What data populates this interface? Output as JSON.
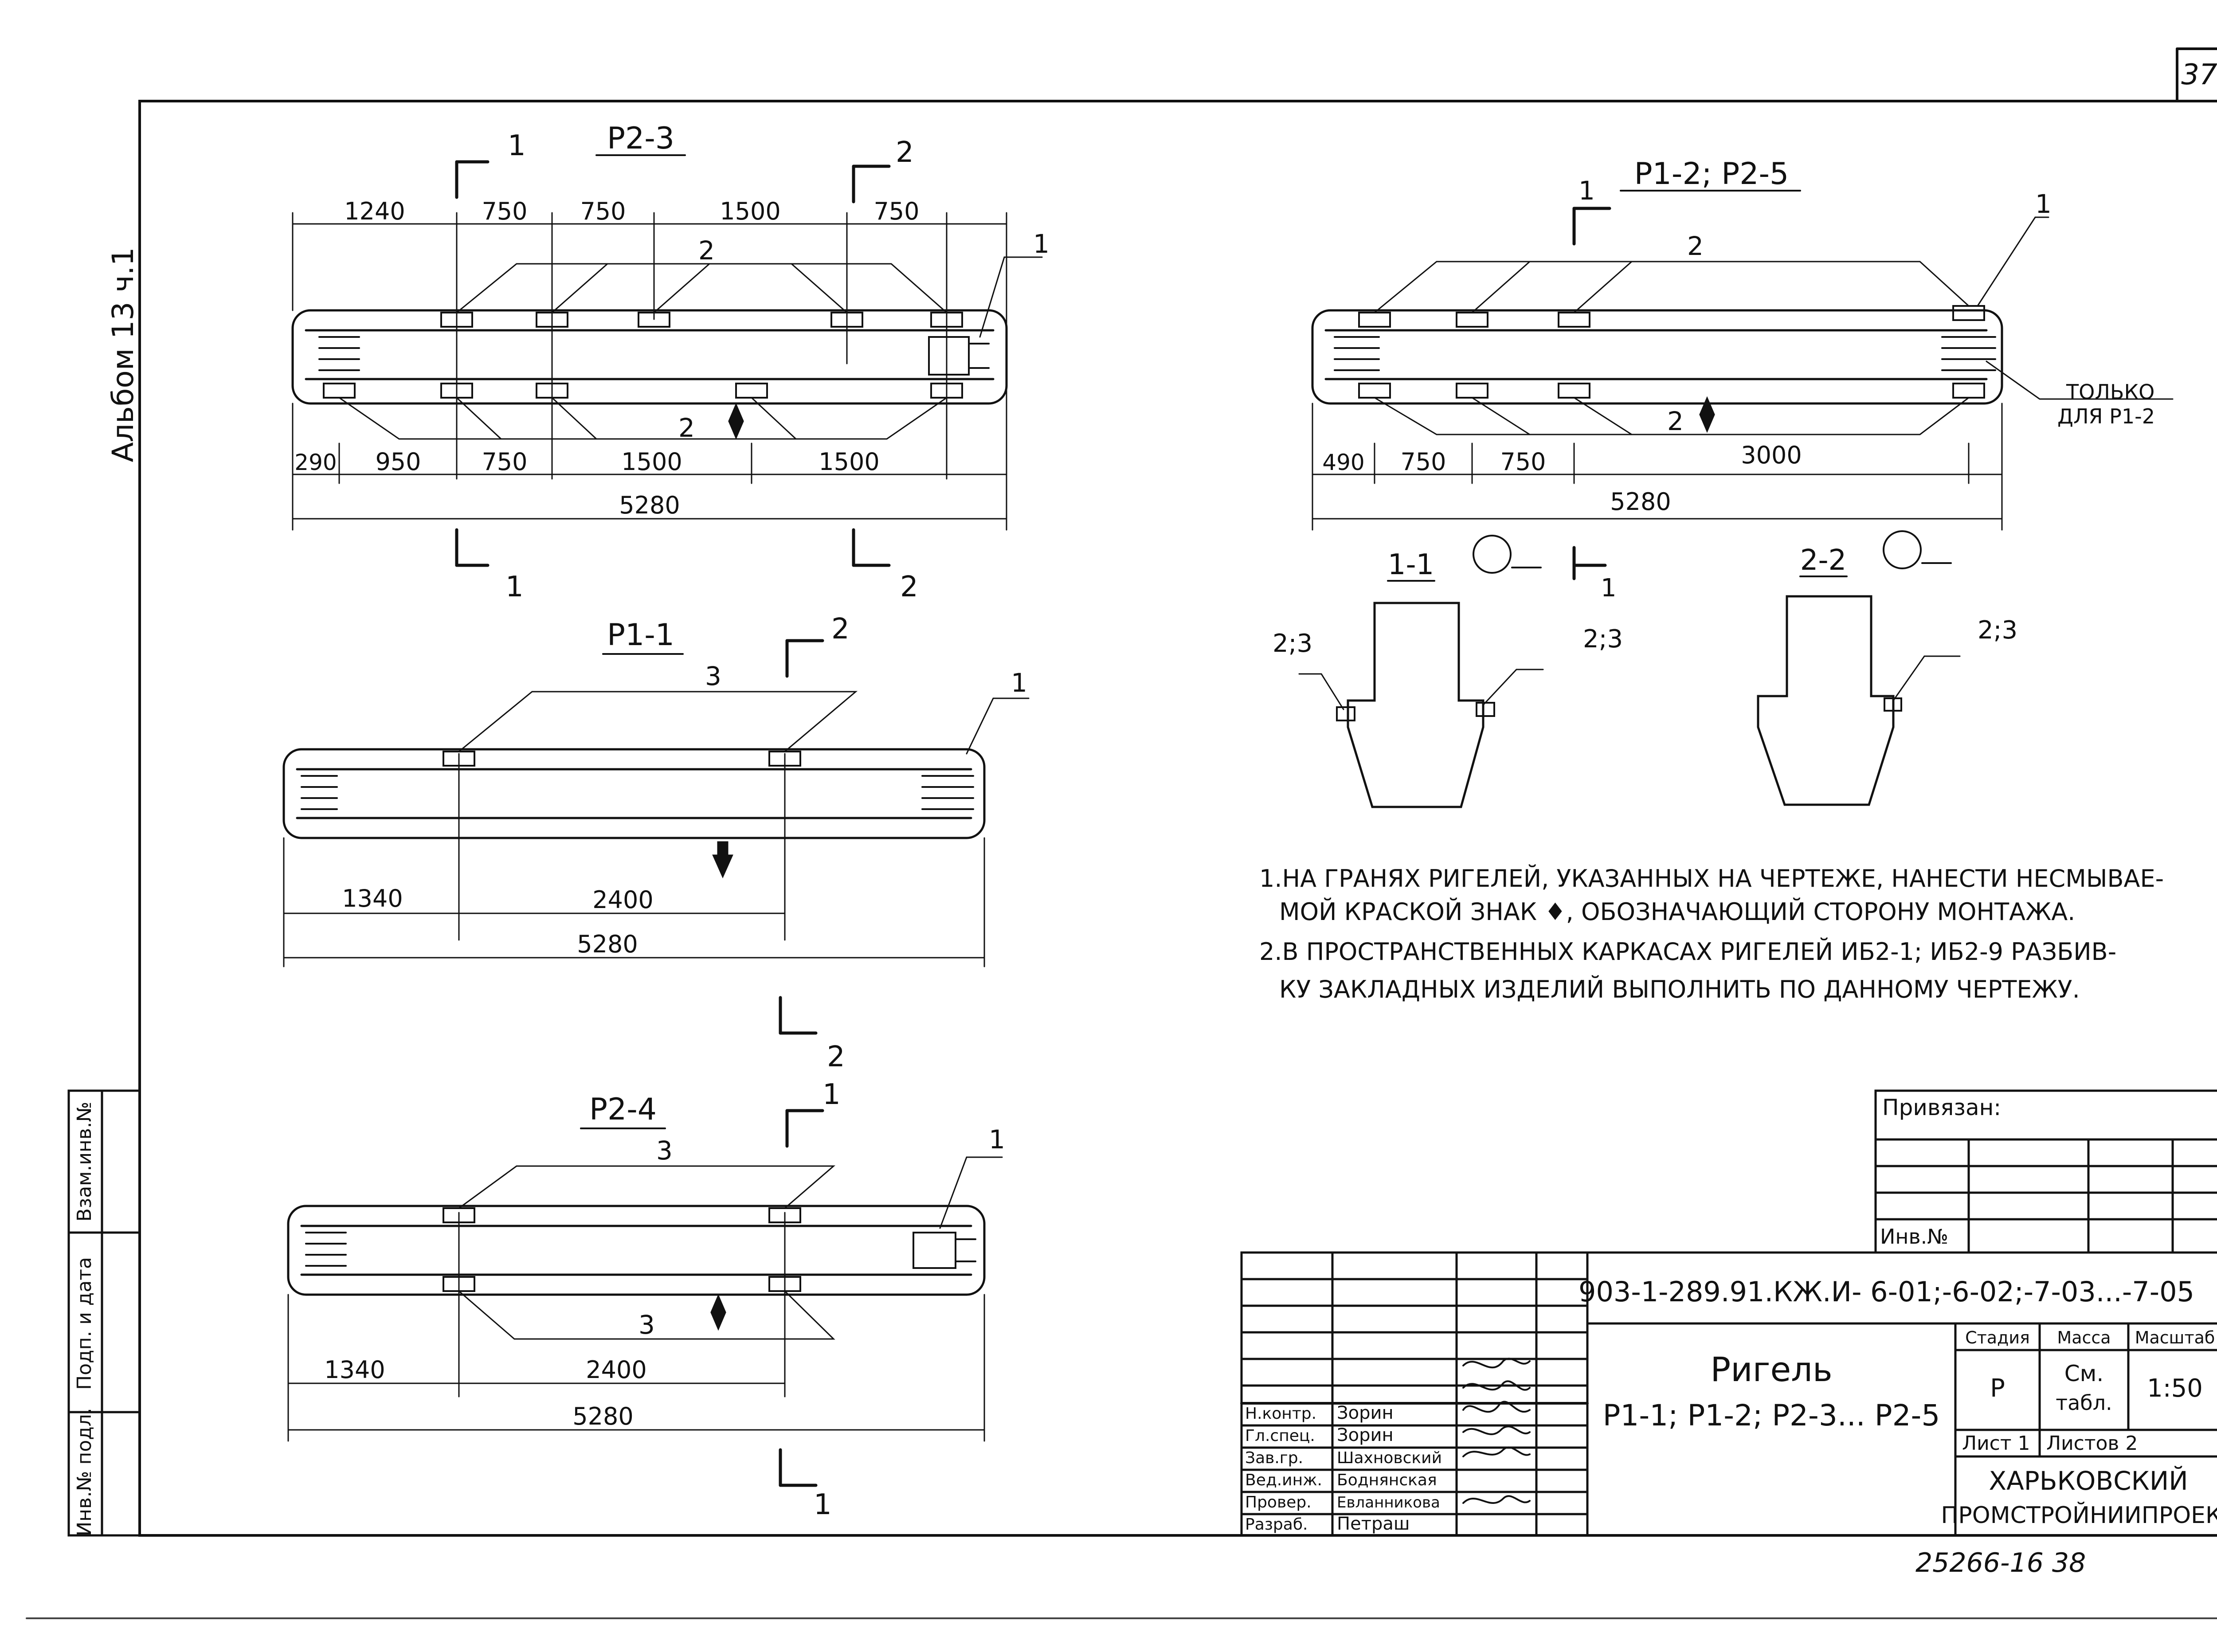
{
  "sheet": {
    "page_number": "37",
    "side_label": "Альбом 13 ч.1",
    "archive_number": "25266-16  38"
  },
  "side_stamp": {
    "cells": [
      "Инв.№ подл.",
      "Подп. и дата",
      "Взам.инв.№"
    ]
  },
  "views": {
    "p2_3": {
      "title": "Р2-3",
      "cut_1": "1",
      "cut_2": "2",
      "top_dims": [
        "1240",
        "750",
        "750",
        "1500",
        "750"
      ],
      "bottom_dims": [
        "290",
        "950",
        "750",
        "1500",
        "1500"
      ],
      "total": "5280",
      "leader_top": "2",
      "leader_bottom": "2",
      "leader_end": "1"
    },
    "p1_2_p2_5": {
      "title": "Р1-2; Р2-5",
      "cut_1": "1",
      "top_leader": "2",
      "leader_end": "1",
      "bottom_leader": "2",
      "note_line1": "ТОЛЬКО",
      "note_line2": "ДЛЯ Р1-2",
      "bottom_dims": [
        "490",
        "750",
        "750",
        "3000"
      ],
      "total": "5280"
    },
    "p1_1": {
      "title": "Р1-1",
      "cut_2": "2",
      "leader_top": "3",
      "leader_end": "1",
      "dims": [
        "1340",
        "2400"
      ],
      "total": "5280"
    },
    "p2_4": {
      "title": "Р2-4",
      "cut_1": "1",
      "leader_top": "3",
      "leader_bottom": "3",
      "leader_end": "1",
      "dims": [
        "1340",
        "2400"
      ],
      "total": "5280"
    },
    "section_1_1": {
      "title": "1-1",
      "label_left": "2;3",
      "label_right": "2;3"
    },
    "section_2_2": {
      "title": "2-2",
      "label_right": "2;3"
    }
  },
  "notes": [
    "1.НА ГРАНЯХ РИГЕЛЕЙ, УКАЗАННЫХ НА ЧЕРТЕЖЕ, НАНЕСТИ НЕСМЫВАЕ-",
    "МОЙ КРАСКОЙ ЗНАК ♦, ОБОЗНАЧАЮЩИЙ СТОРОНУ МОНТАЖА.",
    "2.В ПРОСТРАНСТВЕННЫХ КАРКАСАХ РИГЕЛЕЙ  ИБ2-1; ИБ2-9 РАЗБИВ-",
    "КУ ЗАКЛАДНЫХ ИЗДЕЛИЙ ВЫПОЛНИТЬ ПО ДАННОМУ ЧЕРТЕЖУ."
  ],
  "binding_block": {
    "title": "Привязан:",
    "inv_label": "Инв.№"
  },
  "title_block": {
    "doc_code": "903-1-289.91.КЖ.И- 6-01;-6-02;-7-03...-7-05",
    "name_line1": "Ригель",
    "name_line2": "Р1-1; Р1-2; Р2-3... Р2-5",
    "stage_header": "Стадия",
    "mass_header": "Масса",
    "scale_header": "Масштаб",
    "stage": "Р",
    "mass_line1": "См.",
    "mass_line2": "табл.",
    "scale": "1:50",
    "sheet_label": "Лист 1",
    "sheets_label": "Листов 2",
    "org_line1": "ХАРЬКОВСКИЙ",
    "org_line2": "ПРОМСТРОЙНИИПРОЕКТ",
    "signatories": [
      {
        "role": "Н.контр.",
        "name": "Зорин"
      },
      {
        "role": "Гл.спец.",
        "name": "Зорин"
      },
      {
        "role": "Зав.гр.",
        "name": "Шахновский"
      },
      {
        "role": "Вед.инж.",
        "name": "Боднянская"
      },
      {
        "role": "Провер.",
        "name": "Евланникова"
      },
      {
        "role": "Разраб.",
        "name": "Петраш"
      }
    ]
  }
}
